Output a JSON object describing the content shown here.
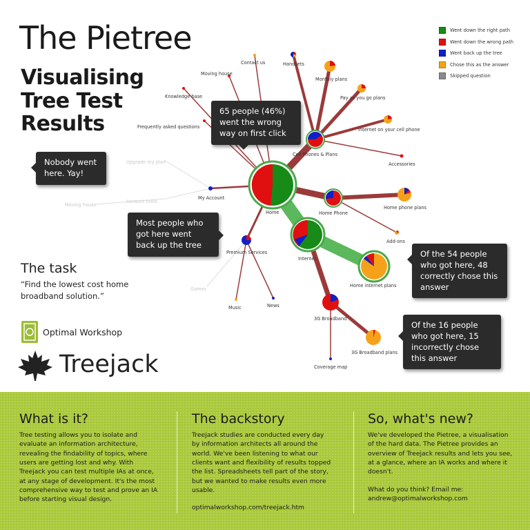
{
  "title": "The Pietree",
  "subtitle": [
    "Visualising",
    "Tree Test",
    "Results"
  ],
  "legend": [
    {
      "label": "Went down the right path",
      "color": "#178a17"
    },
    {
      "label": "Went down the wrong path",
      "color": "#e01010"
    },
    {
      "label": "Went back up the tree",
      "color": "#1020c8"
    },
    {
      "label": "Chose this as the answer",
      "color": "#f5a21a"
    },
    {
      "label": "Skipped question",
      "color": "#8a8a8a"
    }
  ],
  "task": {
    "heading": "The task",
    "text": "“Find the lowest cost home broadband solution.”"
  },
  "branding": {
    "optimal": "Optimal Workshop",
    "treejack": "Treejack"
  },
  "callouts": [
    "65 people (46%) went the wrong way on first click",
    "Nobody went here. Yay!",
    "Most people who got here went back up the tree",
    "Of the 54 people who got here, 48 correctly chose this answer",
    "Of the 16 people who got here, 15 incorrectly chose this answer"
  ],
  "tree": {
    "nodes": [
      {
        "label": "Home"
      },
      {
        "label": "Cell Phones & Plans"
      },
      {
        "label": "Home Phone"
      },
      {
        "label": "Internet"
      },
      {
        "label": "Premium Services"
      },
      {
        "label": "My Account"
      },
      {
        "label": "Handsets"
      },
      {
        "label": "Monthly plans"
      },
      {
        "label": "Pay as you go plans"
      },
      {
        "label": "Internet on your cell phone"
      },
      {
        "label": "Accessories"
      },
      {
        "label": "Home phone plans"
      },
      {
        "label": "Add-ons"
      },
      {
        "label": "Home internet plans"
      },
      {
        "label": "3G Broadband"
      },
      {
        "label": "3G Broadband plans"
      },
      {
        "label": "Coverage map"
      },
      {
        "label": "Contact us"
      },
      {
        "label": "Moving house"
      },
      {
        "label": "Knowledge base"
      },
      {
        "label": "Frequently asked questions"
      },
      {
        "label": "Upgrade my plan"
      },
      {
        "label": "Account tools"
      },
      {
        "label": "Moving house"
      },
      {
        "label": "Games"
      },
      {
        "label": "Music"
      },
      {
        "label": "News"
      }
    ]
  },
  "footer": {
    "col1": {
      "heading": "What is it?",
      "text": "Tree testing allows you to isolate and evaluate an information architecture, revealing the findability of topics, where users are getting lost and why. With Treejack you can test multiple IAs at once, at any stage of development. It's the most comprehensive way to test and prove an IA before starting visual design."
    },
    "col2": {
      "heading": "The backstory",
      "text": "Treejack studies are conducted every day by information architects all around the world. We've been listening to what our clients want and flexibility of results topped the list. Spreadsheets tell part of the story, but we wanted to make results even more usable.",
      "link": "optimalworkshop.com/treejack.htm"
    },
    "col3": {
      "heading": "So, what's new?",
      "text": "We've developed the Pietree, a visualisation of the hard data. The Pietree provides an overview of Treejack results and lets you see, at a glance, where an IA works and where it doesn't.",
      "contact": "What do you think? Email me:",
      "email": "andrew@optimalworkshop.com"
    }
  }
}
